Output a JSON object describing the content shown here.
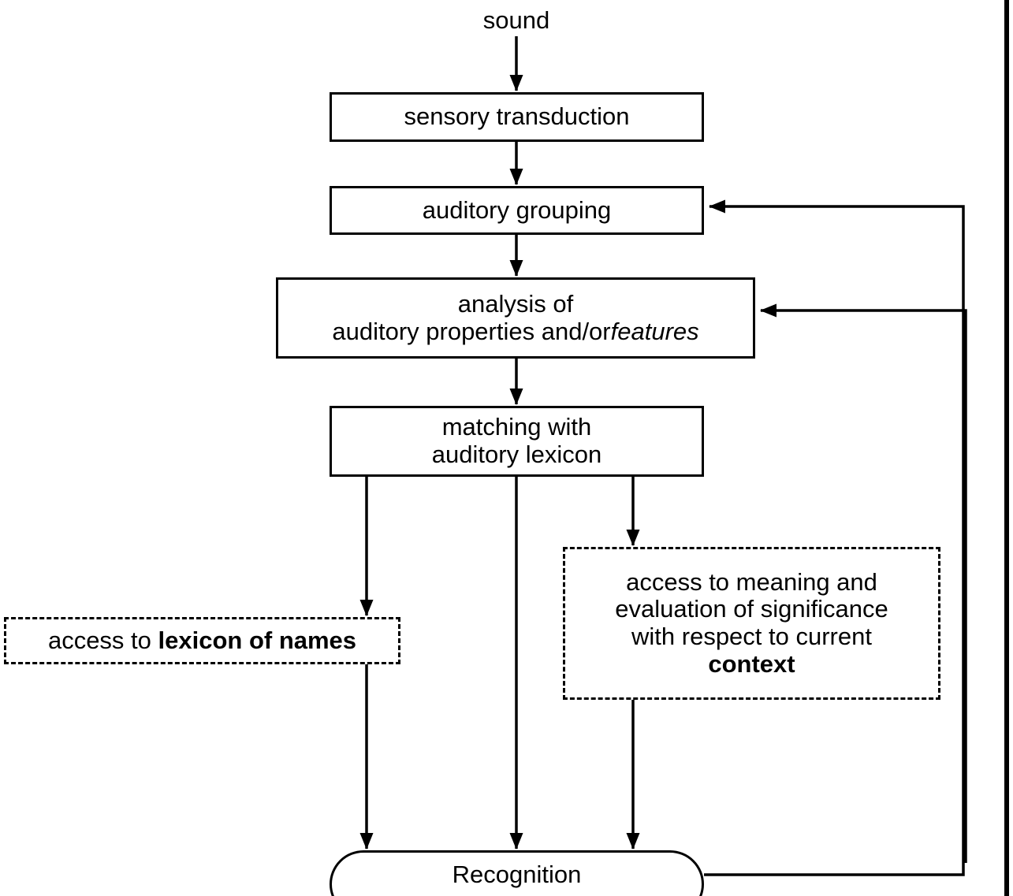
{
  "diagram": {
    "title": "Auditory object recognition flowchart",
    "background_color": "#ffffff",
    "line_color": "#000000",
    "text_color": "#000000",
    "nodes": {
      "sound": {
        "label": "sound",
        "shape": "plain-text",
        "font_size": "31px"
      },
      "sensory_transduction": {
        "label": "sensory transduction",
        "shape": "rectangle",
        "border": "solid",
        "font_size": "31px"
      },
      "auditory_grouping": {
        "label": "auditory grouping",
        "shape": "rectangle",
        "border": "solid",
        "font_size": "31px"
      },
      "analysis": {
        "line1": "analysis of",
        "line2_plain": "auditory properties and/or",
        "line2_italic": "features",
        "shape": "rectangle",
        "border": "solid",
        "font_size": "31px"
      },
      "matching": {
        "line1": "matching with",
        "line2": "auditory lexicon",
        "shape": "rectangle",
        "border": "solid",
        "font_size": "31px"
      },
      "lexicon_of_names": {
        "plain": "access to ",
        "bold": "lexicon of names",
        "shape": "rectangle",
        "border": "dashed",
        "font_size": "31px"
      },
      "meaning": {
        "line1": "access to meaning and",
        "line2": "evaluation of significance",
        "line3": "with respect to current",
        "line4_bold": "context",
        "shape": "rectangle",
        "border": "dashed",
        "font_size": "31px"
      },
      "recognition": {
        "label": "Recognition",
        "shape": "stadium",
        "border": "solid",
        "font_size": "31px"
      }
    },
    "edges": [
      {
        "id": "sound-to-sensory",
        "from": "sound",
        "to": "sensory_transduction",
        "style": "solid",
        "arrow": "down"
      },
      {
        "id": "sensory-to-grouping",
        "from": "sensory_transduction",
        "to": "auditory_grouping",
        "style": "solid",
        "arrow": "down"
      },
      {
        "id": "grouping-to-analysis",
        "from": "auditory_grouping",
        "to": "analysis",
        "style": "solid",
        "arrow": "down"
      },
      {
        "id": "analysis-to-matching",
        "from": "analysis",
        "to": "matching",
        "style": "solid",
        "arrow": "down"
      },
      {
        "id": "matching-to-lexicon-of-names",
        "from": "matching",
        "to": "lexicon_of_names",
        "style": "solid",
        "arrow": "down"
      },
      {
        "id": "matching-to-recognition",
        "from": "matching",
        "to": "recognition",
        "style": "solid",
        "arrow": "down"
      },
      {
        "id": "matching-to-meaning",
        "from": "matching",
        "to": "meaning",
        "style": "solid",
        "arrow": "down"
      },
      {
        "id": "lexicon-of-names-to-recognition",
        "from": "lexicon_of_names",
        "to": "recognition",
        "style": "solid",
        "arrow": "down"
      },
      {
        "id": "meaning-to-recognition",
        "from": "meaning",
        "to": "recognition",
        "style": "solid",
        "arrow": "down"
      },
      {
        "id": "recognition-feedback-to-grouping",
        "from": "recognition",
        "to": "auditory_grouping",
        "style": "solid",
        "arrow": "left",
        "routing": "right-up-left"
      },
      {
        "id": "recognition-feedback-to-analysis",
        "from": "recognition",
        "to": "analysis",
        "style": "solid",
        "arrow": "left",
        "routing": "right-up-left"
      }
    ]
  }
}
